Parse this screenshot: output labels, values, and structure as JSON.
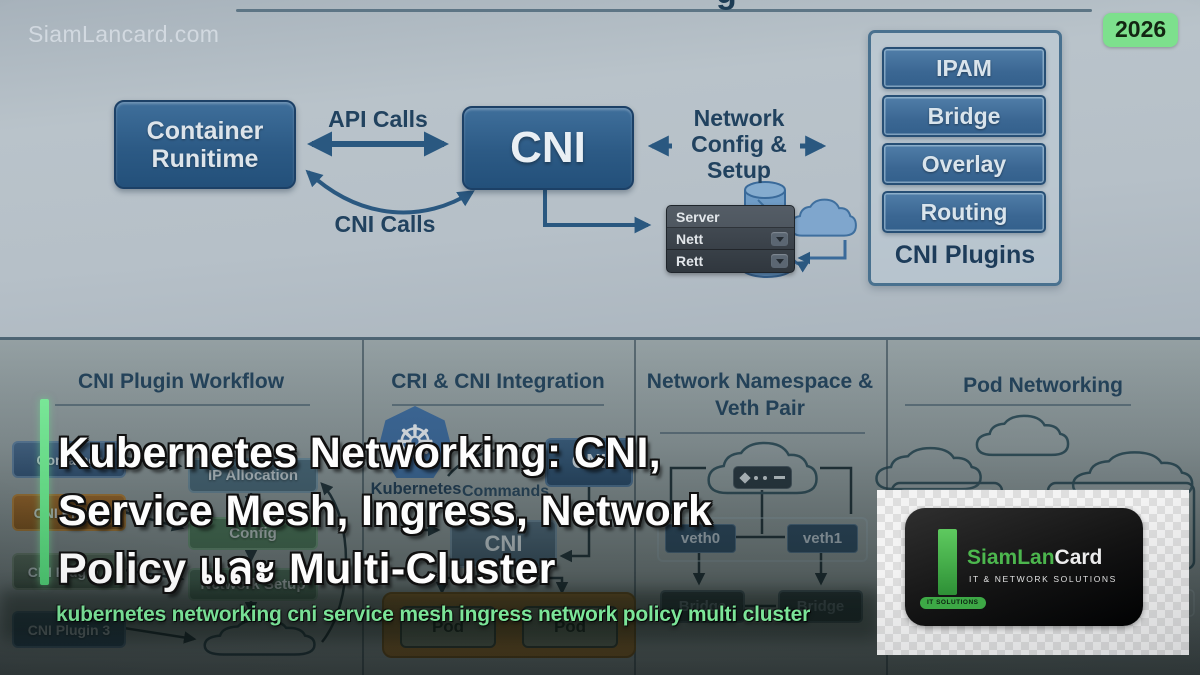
{
  "page": {
    "watermark": "SiamLancard.com",
    "year_badge": "2026",
    "top_title_fragment": "g"
  },
  "colors": {
    "accent_green": "#62d87e",
    "badge_green": "#7de08d",
    "subtitle_green": "#7ee99b",
    "node_blue": "#2c5a85",
    "heading_navy": "#25455e",
    "logo_green": "#4db84e",
    "pod_container_orange": "#9c7030"
  },
  "top_diagram": {
    "runtime_box": {
      "line1": "Container",
      "line2": "Runitime"
    },
    "cni_box": "CNI",
    "api_calls_label": "API Calls",
    "cni_calls_label": "CNI Calls",
    "network_config": {
      "line1": "Network",
      "line2": "Config & Setup"
    },
    "plugins_panel": {
      "title": "CNI Plugins",
      "items": [
        "IPAM",
        "Bridge",
        "Overlay",
        "Routing"
      ]
    },
    "server_panel": {
      "header": "Server",
      "rows": [
        "Nett",
        "Rett"
      ]
    }
  },
  "workflow_panel": {
    "title": "CNI Plugin Workflow",
    "left_boxes": [
      "Container",
      "CNI Plugin",
      "CNI Plugin 2",
      "CNI Plugin 3"
    ],
    "flow_boxes": [
      "IP Allocation",
      "Config",
      "Network Setup"
    ]
  },
  "cri_panel": {
    "title": "CRI & CNI Integration",
    "kubernetes_label": "Kubernetes",
    "commands_label": "Commands",
    "cni_top": "CNI",
    "cni_center": "CNI",
    "pods": [
      "Pod",
      "Pod"
    ]
  },
  "namespace_panel": {
    "title_line1": "Network Namespace &",
    "title_line2": "Veth Pair",
    "veth": [
      "veth0",
      "veth1"
    ],
    "bridges": [
      "Bridge",
      "Bridge"
    ]
  },
  "pod_panel": {
    "title": "Pod Networking"
  },
  "overlay": {
    "title_lines": [
      "Kubernetes Networking: CNI,",
      "Service Mesh, Ingress, Network",
      "Policy และ Multi-Cluster"
    ],
    "subtitle": "kubernetes networking cni service mesh ingress network policy multi cluster"
  },
  "logo_card": {
    "brand_green": "SiamLan",
    "brand_dark": "Card",
    "tagline": "IT & NETWORK SOLUTIONS",
    "badge": "IT SOLUTIONS"
  }
}
